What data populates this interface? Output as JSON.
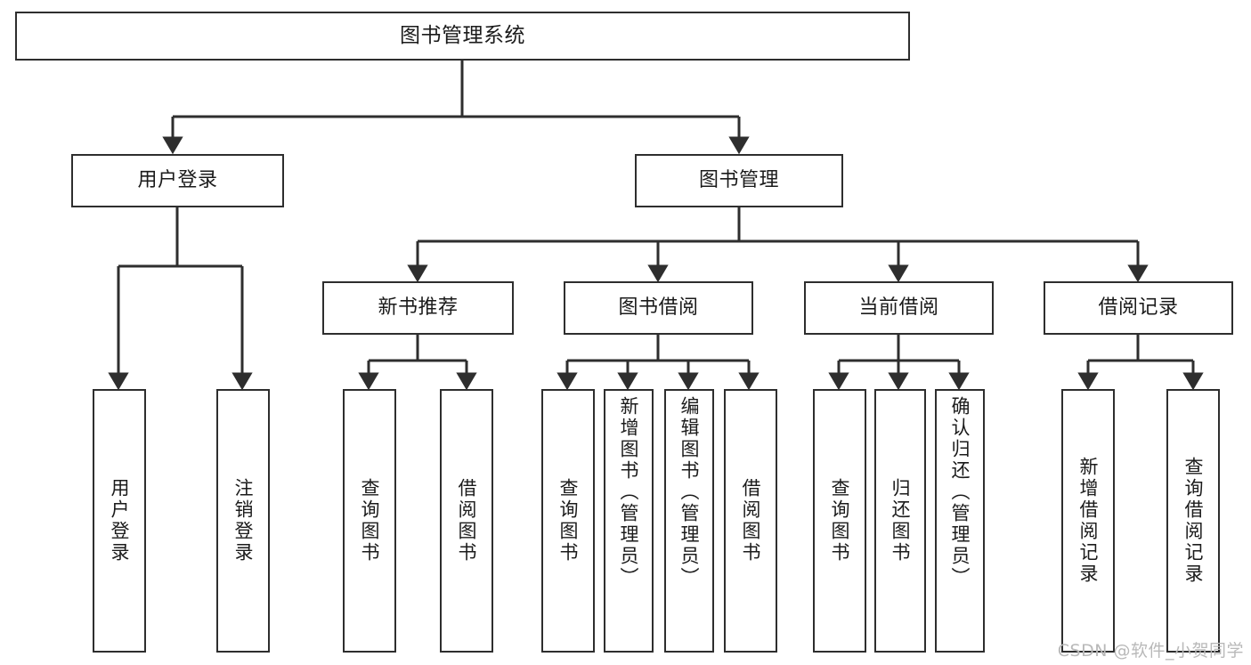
{
  "diagram": {
    "title": "图书管理系统",
    "type": "tree-hierarchy-chart",
    "orientation": "top-down",
    "box_fill": "#ffffff",
    "box_stroke": "#2e2e2e",
    "connector_color": "#2e2e2e",
    "text_color": "#1b1b1b",
    "background": "#ffffff"
  },
  "root": {
    "label": "图书管理系统"
  },
  "level2": [
    {
      "label": "用户登录"
    },
    {
      "label": "图书管理"
    }
  ],
  "level3": [
    {
      "label": "新书推荐"
    },
    {
      "label": "图书借阅"
    },
    {
      "label": "当前借阅"
    },
    {
      "label": "借阅记录"
    }
  ],
  "leaves": {
    "user_login": [
      {
        "label": "用户登录"
      },
      {
        "label": "注销登录"
      }
    ],
    "new_book_recommend": [
      {
        "label": "查询图书"
      },
      {
        "label": "借阅图书"
      }
    ],
    "book_borrow": [
      {
        "label": "查询图书"
      },
      {
        "label": "新增图书（管理员）"
      },
      {
        "label": "编辑图书（管理员）"
      },
      {
        "label": "借阅图书"
      }
    ],
    "current_borrow": [
      {
        "label": "查询图书"
      },
      {
        "label": "归还图书"
      },
      {
        "label": "确认归还（管理员）"
      }
    ],
    "borrow_record": [
      {
        "label": "新增借阅记录"
      },
      {
        "label": "查询借阅记录"
      }
    ]
  },
  "watermark": {
    "text": "CSDN @软件_小贺同学"
  },
  "chart_data": {
    "type": "table",
    "title": "图书管理系统 功能结构图",
    "nodes": [
      {
        "id": "root",
        "label": "图书管理系统",
        "level": 0,
        "parent": null
      },
      {
        "id": "user-login",
        "label": "用户登录",
        "level": 1,
        "parent": "root"
      },
      {
        "id": "book-manage",
        "label": "图书管理",
        "level": 1,
        "parent": "root"
      },
      {
        "id": "user-login-leaf",
        "label": "用户登录",
        "level": 2,
        "parent": "user-login"
      },
      {
        "id": "logout-leaf",
        "label": "注销登录",
        "level": 2,
        "parent": "user-login"
      },
      {
        "id": "new-book",
        "label": "新书推荐",
        "level": 2,
        "parent": "book-manage"
      },
      {
        "id": "book-borrow",
        "label": "图书借阅",
        "level": 2,
        "parent": "book-manage"
      },
      {
        "id": "current-borrow",
        "label": "当前借阅",
        "level": 2,
        "parent": "book-manage"
      },
      {
        "id": "borrow-record",
        "label": "借阅记录",
        "level": 2,
        "parent": "book-manage"
      },
      {
        "id": "nb-query",
        "label": "查询图书",
        "level": 3,
        "parent": "new-book"
      },
      {
        "id": "nb-borrow",
        "label": "借阅图书",
        "level": 3,
        "parent": "new-book"
      },
      {
        "id": "bb-query",
        "label": "查询图书",
        "level": 3,
        "parent": "book-borrow"
      },
      {
        "id": "bb-add",
        "label": "新增图书（管理员）",
        "level": 3,
        "parent": "book-borrow"
      },
      {
        "id": "bb-edit",
        "label": "编辑图书（管理员）",
        "level": 3,
        "parent": "book-borrow"
      },
      {
        "id": "bb-borrow",
        "label": "借阅图书",
        "level": 3,
        "parent": "book-borrow"
      },
      {
        "id": "cb-query",
        "label": "查询图书",
        "level": 3,
        "parent": "current-borrow"
      },
      {
        "id": "cb-return",
        "label": "归还图书",
        "level": 3,
        "parent": "current-borrow"
      },
      {
        "id": "cb-confirm",
        "label": "确认归还（管理员）",
        "level": 3,
        "parent": "current-borrow"
      },
      {
        "id": "br-add",
        "label": "新增借阅记录",
        "level": 3,
        "parent": "borrow-record"
      },
      {
        "id": "br-query",
        "label": "查询借阅记录",
        "level": 3,
        "parent": "borrow-record"
      }
    ]
  }
}
